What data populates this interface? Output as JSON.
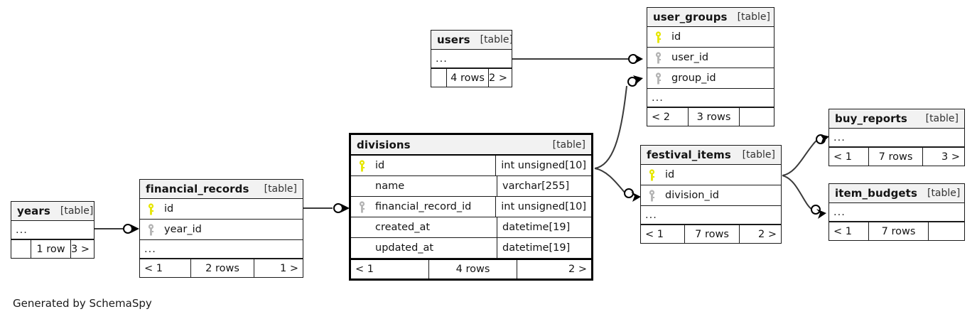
{
  "diagram": {
    "generator_note": "Generated by SchemaSpy",
    "table_tag": "[table]",
    "ellipsis": "...",
    "colors": {
      "primary_key_icon": "#e6e600",
      "foreign_key_icon": "#b3b3b3",
      "header_background": "#f2f2f2",
      "border": "#1a1a1a",
      "emphasis_border": "#000000",
      "background": "#ffffff"
    }
  },
  "tables": {
    "years": {
      "name": "years",
      "tag": "[table]",
      "columns": [],
      "has_ellipsis": true,
      "footer": {
        "left": "",
        "center": "1 row",
        "right": "3 >"
      }
    },
    "financial_records": {
      "name": "financial_records",
      "tag": "[table]",
      "columns": [
        {
          "key": "primary",
          "name": "id",
          "type": ""
        },
        {
          "key": "foreign",
          "name": "year_id",
          "type": ""
        }
      ],
      "has_ellipsis": true,
      "footer": {
        "left": "< 1",
        "center": "2 rows",
        "right": "1 >"
      }
    },
    "divisions": {
      "name": "divisions",
      "tag": "[table]",
      "emphasis": true,
      "columns": [
        {
          "key": "primary",
          "name": "id",
          "type": "int unsigned[10]"
        },
        {
          "key": "none",
          "name": "name",
          "type": "varchar[255]"
        },
        {
          "key": "foreign",
          "name": "financial_record_id",
          "type": "int unsigned[10]"
        },
        {
          "key": "none",
          "name": "created_at",
          "type": "datetime[19]"
        },
        {
          "key": "none",
          "name": "updated_at",
          "type": "datetime[19]"
        }
      ],
      "has_ellipsis": false,
      "footer": {
        "left": "< 1",
        "center": "4 rows",
        "right": "2 >"
      }
    },
    "users": {
      "name": "users",
      "tag": "[table]",
      "columns": [],
      "has_ellipsis": true,
      "footer": {
        "left": "",
        "center": "4 rows",
        "right": "2 >"
      }
    },
    "user_groups": {
      "name": "user_groups",
      "tag": "[table]",
      "columns": [
        {
          "key": "primary",
          "name": "id",
          "type": ""
        },
        {
          "key": "foreign",
          "name": "user_id",
          "type": ""
        },
        {
          "key": "foreign",
          "name": "group_id",
          "type": ""
        }
      ],
      "has_ellipsis": true,
      "footer": {
        "left": "< 2",
        "center": "3 rows",
        "right": ""
      }
    },
    "festival_items": {
      "name": "festival_items",
      "tag": "[table]",
      "columns": [
        {
          "key": "primary",
          "name": "id",
          "type": ""
        },
        {
          "key": "foreign",
          "name": "division_id",
          "type": ""
        }
      ],
      "has_ellipsis": true,
      "footer": {
        "left": "< 1",
        "center": "7 rows",
        "right": "2 >"
      }
    },
    "buy_reports": {
      "name": "buy_reports",
      "tag": "[table]",
      "columns": [],
      "has_ellipsis": true,
      "footer": {
        "left": "< 1",
        "center": "7 rows",
        "right": "3 >"
      }
    },
    "item_budgets": {
      "name": "item_budgets",
      "tag": "[table]",
      "columns": [],
      "has_ellipsis": true,
      "footer": {
        "left": "< 1",
        "center": "7 rows",
        "right": ""
      }
    }
  },
  "relationships": [
    {
      "from": "years",
      "to": "financial_records",
      "to_column": "year_id"
    },
    {
      "from": "financial_records",
      "to": "divisions",
      "to_column": "financial_record_id"
    },
    {
      "from": "users",
      "to": "user_groups",
      "to_column": "user_id"
    },
    {
      "from": "divisions",
      "to": "user_groups",
      "to_column": "group_id"
    },
    {
      "from": "divisions",
      "to": "festival_items",
      "to_column": "division_id"
    },
    {
      "from": "festival_items",
      "to": "buy_reports",
      "to_column": ""
    },
    {
      "from": "festival_items",
      "to": "item_budgets",
      "to_column": ""
    }
  ]
}
